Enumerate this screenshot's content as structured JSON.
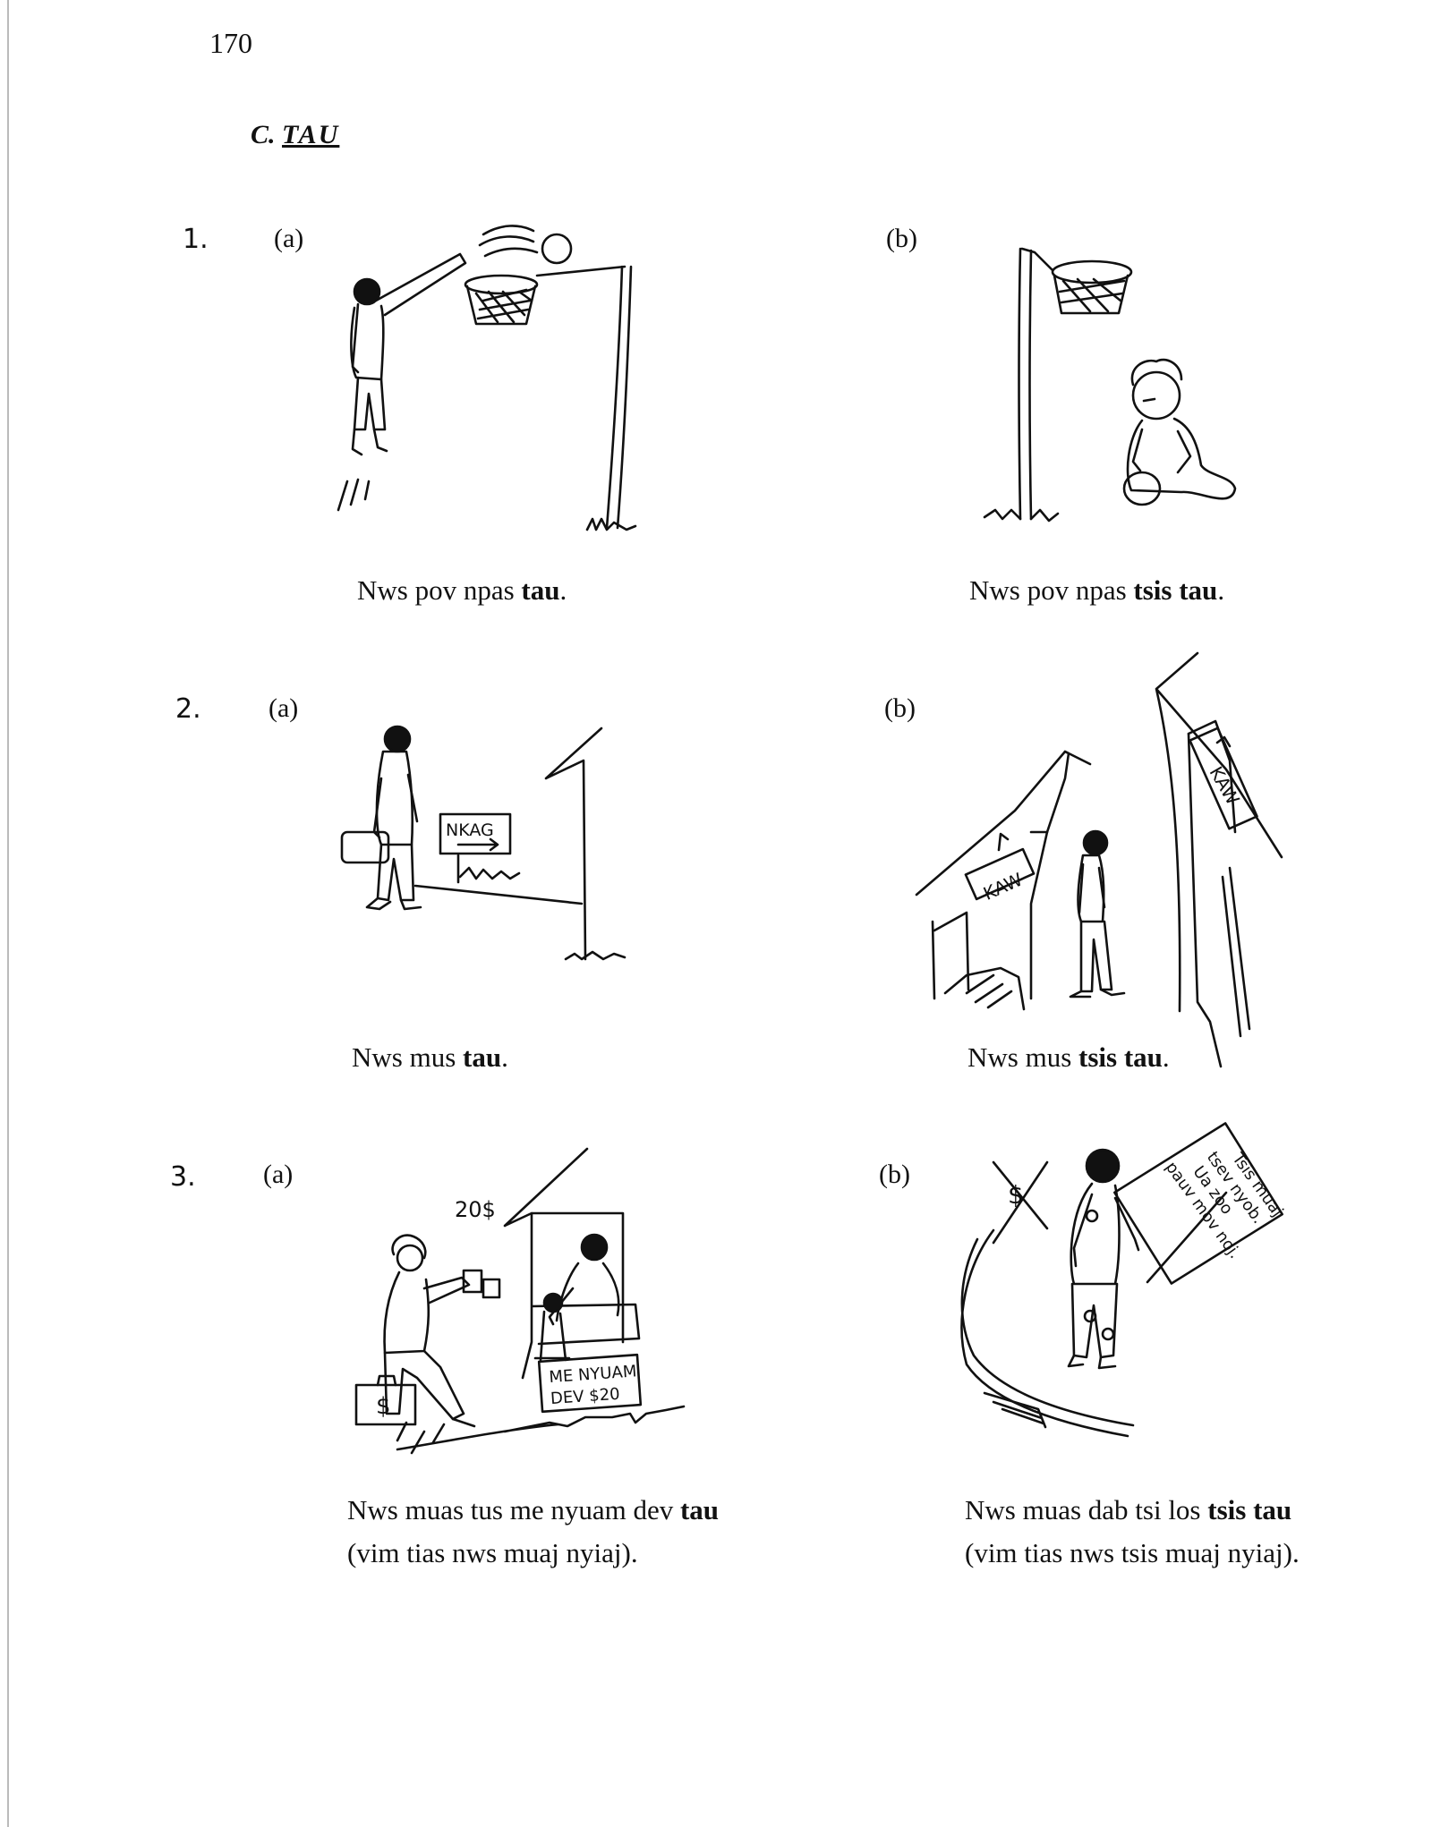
{
  "page_number": "170",
  "section": {
    "letter": "C.",
    "title": "TAU"
  },
  "items": [
    {
      "number": "1.",
      "a": {
        "label": "(a)",
        "caption_pre": "Nws pov npas ",
        "caption_bold": "tau",
        "caption_post": "."
      },
      "b": {
        "label": "(b)",
        "caption_pre": "Nws pov npas ",
        "caption_bold": "tsis tau",
        "caption_post": "."
      }
    },
    {
      "number": "2.",
      "a": {
        "label": "(a)",
        "caption_pre": "Nws mus ",
        "caption_bold": "tau",
        "caption_post": "."
      },
      "b": {
        "label": "(b)",
        "caption_pre": "Nws mus ",
        "caption_bold": "tsis tau",
        "caption_post": "."
      }
    },
    {
      "number": "3.",
      "a": {
        "label": "(a)",
        "caption_pre": "Nws muas tus me nyuam dev ",
        "caption_bold": "tau",
        "caption_post": "",
        "caption_line2": "(vim tias nws muaj nyiaj)."
      },
      "b": {
        "label": "(b)",
        "caption_pre": "Nws muas dab tsi los ",
        "caption_bold": "tsis  tau",
        "caption_post": "",
        "caption_line2": "(vim tias nws tsis muaj nyiaj)."
      }
    }
  ],
  "drawing_text": {
    "sign_nkag": "NKAG",
    "sign_kaw_left": "KAW",
    "sign_kaw_right": "KAW",
    "price_tag": "20$",
    "briefcase_symbol": "$",
    "shop_sign_line1": "ME NYUAM",
    "shop_sign_line2": "DEV $20",
    "crossed_symbol": "$",
    "protest_sign_lines": [
      "Tsis muaj",
      "tsev nyob.",
      "Ua zoo",
      "pauv mov noj."
    ]
  }
}
